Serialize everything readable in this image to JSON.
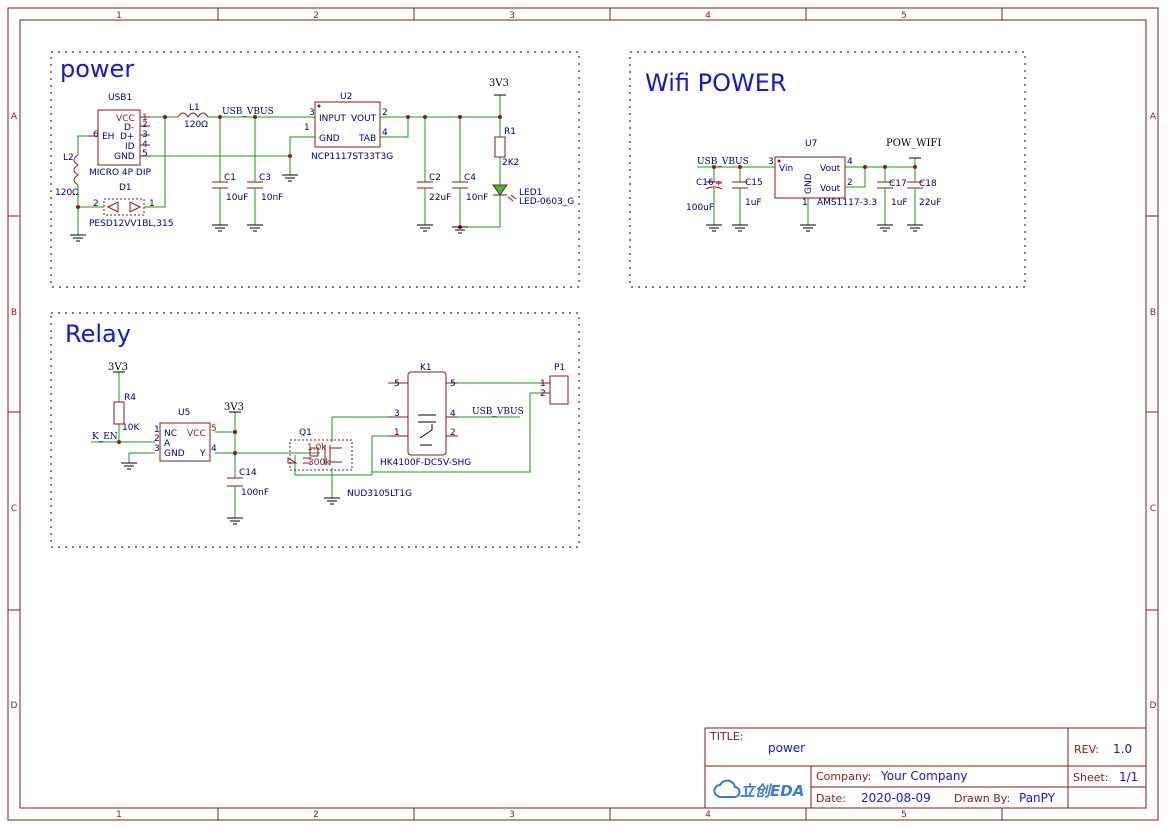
{
  "border": {
    "columns": [
      "1",
      "2",
      "3",
      "4",
      "5"
    ],
    "rows": [
      "A",
      "B",
      "C",
      "D"
    ]
  },
  "sections": {
    "power": "power",
    "wifi": "Wifi POWER",
    "relay": "Relay"
  },
  "nets": {
    "usb_vbus": "USB_VBUS",
    "v3v3": "3V3",
    "pow_wifi": "POW_WIFI",
    "k_en": "K_EN"
  },
  "components": {
    "usb1": {
      "ref": "USB1",
      "value": "MICRO 4P DIP",
      "pins": [
        "VCC",
        "D-",
        "D+",
        "ID",
        "GND",
        "EH"
      ],
      "pin_numbers": [
        "1",
        "2",
        "3",
        "4",
        "5",
        "6"
      ]
    },
    "l1": {
      "ref": "L1",
      "value": "120Ω"
    },
    "l2": {
      "ref": "L2",
      "value": "120Ω"
    },
    "d1": {
      "ref": "D1",
      "value": "PESD12VV1BL,315",
      "pin_a": "2",
      "pin_b": "1"
    },
    "u2": {
      "ref": "U2",
      "value": "NCP1117ST33T3G",
      "pins": [
        "INPUT",
        "VOUT",
        "GND",
        "TAB"
      ],
      "pin_numbers": [
        "3",
        "2",
        "1",
        "4"
      ]
    },
    "c1": {
      "ref": "C1",
      "value": "10uF"
    },
    "c3": {
      "ref": "C3",
      "value": "10nF"
    },
    "c2": {
      "ref": "C2",
      "value": "22uF"
    },
    "c4": {
      "ref": "C4",
      "value": "10nF"
    },
    "r1": {
      "ref": "R1",
      "value": "2K2"
    },
    "led1": {
      "ref": "LED1",
      "value": "LED-0603_G"
    },
    "u7": {
      "ref": "U7",
      "value": "AMS1117-3.3",
      "pins": [
        "Vin",
        "Vout",
        "Vout",
        "GND"
      ],
      "pin_numbers": [
        "3",
        "4",
        "2",
        "1"
      ]
    },
    "c16": {
      "ref": "C16",
      "value": "100uF",
      "plus": "+"
    },
    "c15": {
      "ref": "C15",
      "value": "1uF"
    },
    "c17": {
      "ref": "C17",
      "value": "1uF"
    },
    "c18": {
      "ref": "C18",
      "value": "22uF"
    },
    "r4": {
      "ref": "R4",
      "value": "10K"
    },
    "u5": {
      "ref": "U5",
      "pins": [
        "NC",
        "A",
        "GND",
        "VCC",
        "Y"
      ],
      "pin_numbers": [
        "1",
        "2",
        "3",
        "5",
        "4"
      ]
    },
    "c14": {
      "ref": "C14",
      "value": "100nF"
    },
    "q1": {
      "ref": "Q1",
      "value": "NUD3105LT1G",
      "r_a": "1.0k",
      "r_b": "300k"
    },
    "k1": {
      "ref": "K1",
      "value": "HK4100F-DC5V-SHG",
      "pins": [
        "5",
        "5",
        "3",
        "4",
        "1",
        "2"
      ]
    },
    "p1": {
      "ref": "P1",
      "pins": [
        "1",
        "2"
      ]
    }
  },
  "titleblock": {
    "title_label": "TITLE:",
    "title": "power",
    "rev_label": "REV:",
    "rev": "1.0",
    "company_label": "Company:",
    "company": "Your Company",
    "sheet_label": "Sheet:",
    "sheet": "1/1",
    "date_label": "Date:",
    "date": "2020-08-09",
    "drawn_label": "Drawn By:",
    "drawn": "PanPY",
    "logo": "立创EDA"
  }
}
